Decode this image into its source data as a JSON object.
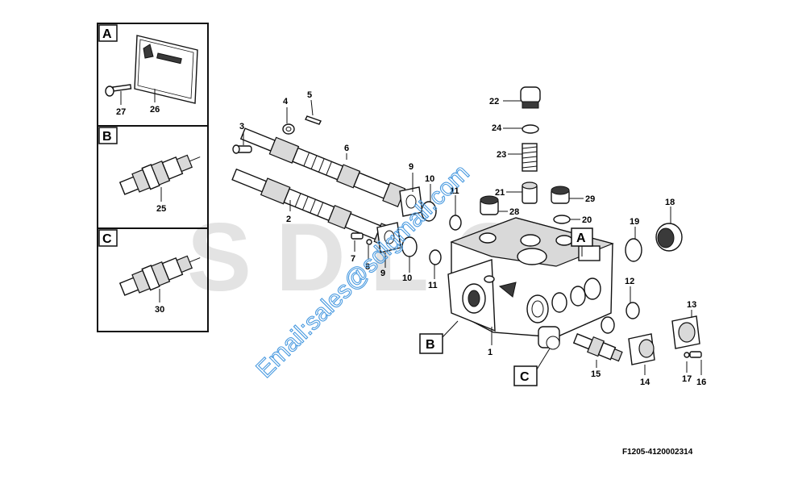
{
  "watermark": {
    "brand": "SDLG",
    "email": "Email:sales@sdlgmall.com"
  },
  "figure_code": "F1205-4120002314",
  "detail_boxes": [
    {
      "letter": "A",
      "callouts": [
        "27",
        "26"
      ]
    },
    {
      "letter": "B",
      "callouts": [
        "25"
      ]
    },
    {
      "letter": "C",
      "callouts": [
        "30"
      ]
    }
  ],
  "main_letters": {
    "a": "A",
    "b": "B",
    "c": "C"
  },
  "callouts": {
    "n1": "1",
    "n2": "2",
    "n3": "3",
    "n4": "4",
    "n5": "5",
    "n6": "6",
    "n7": "7",
    "n8": "8",
    "n9a": "9",
    "n9b": "9",
    "n10a": "10",
    "n10b": "10",
    "n11a": "11",
    "n11b": "11",
    "n12": "12",
    "n13": "13",
    "n14": "14",
    "n15": "15",
    "n16": "16",
    "n17": "17",
    "n18": "18",
    "n19": "19",
    "n20": "20",
    "n21": "21",
    "n22": "22",
    "n23": "23",
    "n24": "24",
    "n28": "28",
    "n29": "29"
  },
  "icons": [
    "plate-icon",
    "bolt-icon",
    "relief-valve-icon",
    "spool-icon",
    "o-ring-icon",
    "spring-icon",
    "plug-icon",
    "cover-icon",
    "valve-body-icon"
  ]
}
